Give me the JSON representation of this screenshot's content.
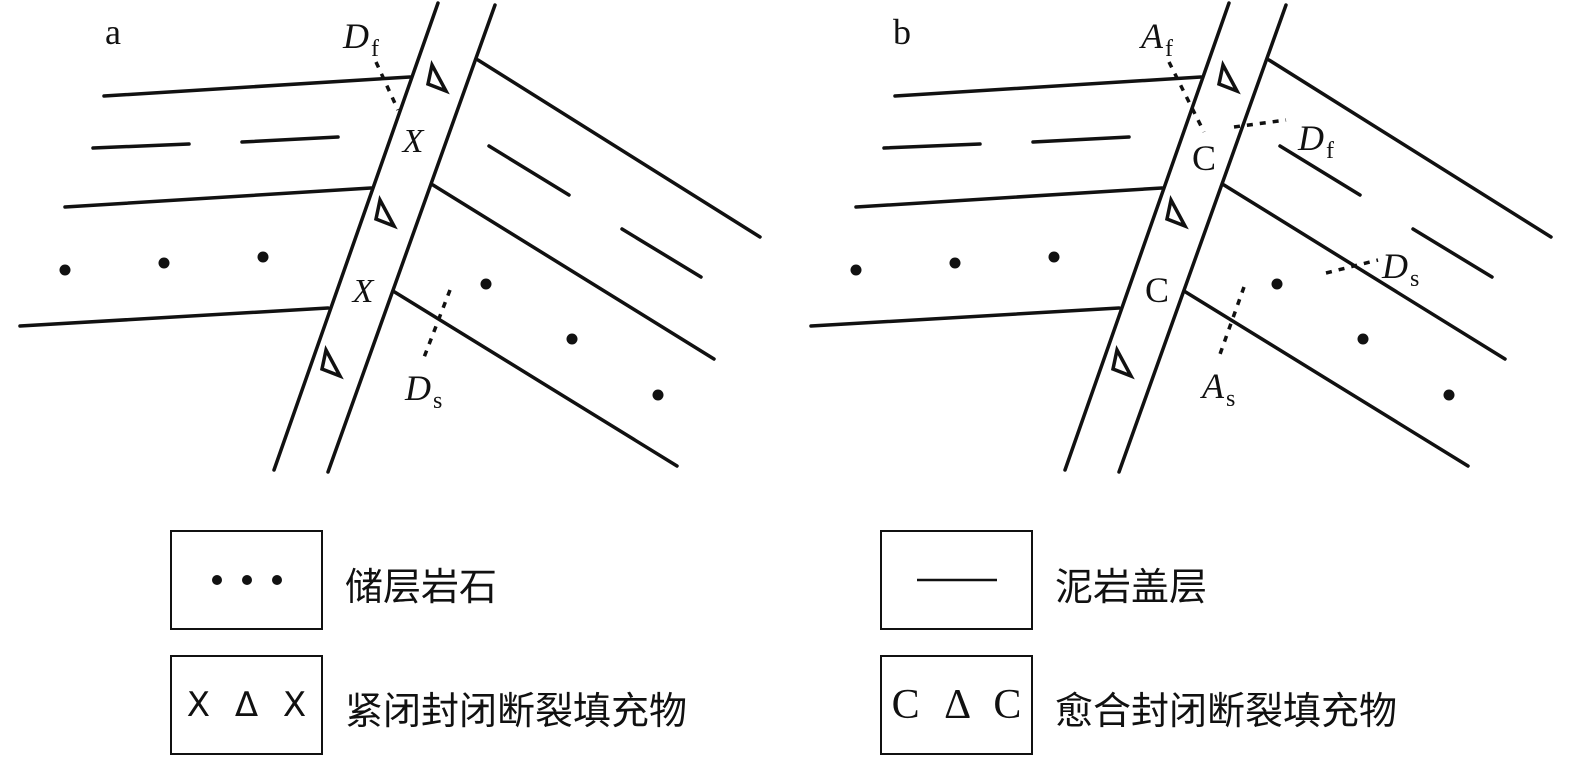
{
  "panels": [
    {
      "label": "a",
      "top_label": {
        "main": "D",
        "sub": "f"
      },
      "bottom_label": {
        "main": "D",
        "sub": "s"
      },
      "fill_symbols": [
        "Δ",
        "X",
        "Δ",
        "X",
        "Δ"
      ]
    },
    {
      "label": "b",
      "top_label": {
        "main": "A",
        "sub": "f"
      },
      "bottom_label": {
        "main": "A",
        "sub": "s"
      },
      "right_top_label": {
        "main": "D",
        "sub": "f"
      },
      "right_bottom_label": {
        "main": "D",
        "sub": "s"
      },
      "fill_symbols": [
        "Δ",
        "C",
        "Δ",
        "C",
        "Δ"
      ]
    }
  ],
  "legend": [
    {
      "symbol": "• • •",
      "text": "储层岩石"
    },
    {
      "symbol": "——",
      "text": "泥岩盖层"
    },
    {
      "symbol": "X Δ X",
      "text": "紧闭封闭断裂填充物"
    },
    {
      "symbol": "C Δ C",
      "text": "愈合封闭断裂填充物"
    }
  ]
}
